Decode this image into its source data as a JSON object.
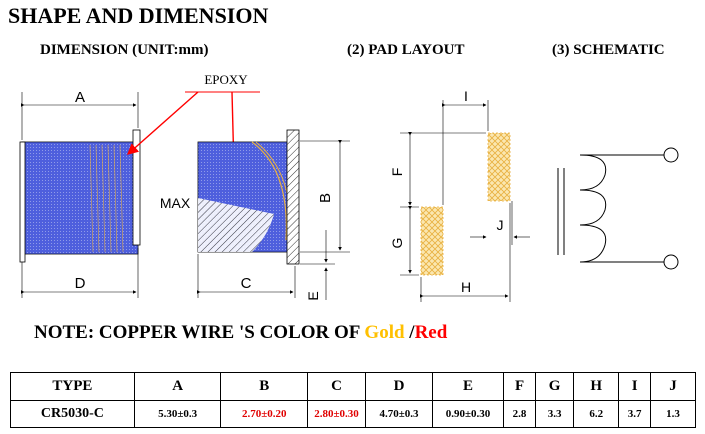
{
  "title": "SHAPE AND DIMENSION",
  "sections": {
    "dimension": "DIMENSION  (UNIT:mm)",
    "pad_layout": "(2) PAD LAYOUT",
    "schematic": "(3) SCHEMATIC"
  },
  "labels": {
    "epoxy": "EPOXY",
    "a": "A",
    "b": "B",
    "c": "C",
    "d": "D",
    "e": "E",
    "f": "F",
    "g": "G",
    "h": "H",
    "i": "I",
    "j": "J",
    "max": "MAX"
  },
  "note": {
    "prefix": "NOTE: COPPER  WIRE 'S  COLOR  OF ",
    "gold": "Gold",
    "separator": " /",
    "red": "Red"
  },
  "colors": {
    "body_fill": "#3b50d6",
    "pad_fill": "#f0c060",
    "gold": "#ffc000",
    "red": "#ff0000"
  },
  "table": {
    "headers": [
      "TYPE",
      "A",
      "B",
      "C",
      "D",
      "E",
      "F",
      "G",
      "H",
      "I",
      "J"
    ],
    "row": [
      "CR5030-C",
      "5.30±0.3",
      "2.70±0.20",
      "2.80±0.30",
      "4.70±0.3",
      "0.90±0.30",
      "2.8",
      "3.3",
      "6.2",
      "3.7",
      "1.3"
    ],
    "red_columns": [
      2,
      3
    ]
  }
}
